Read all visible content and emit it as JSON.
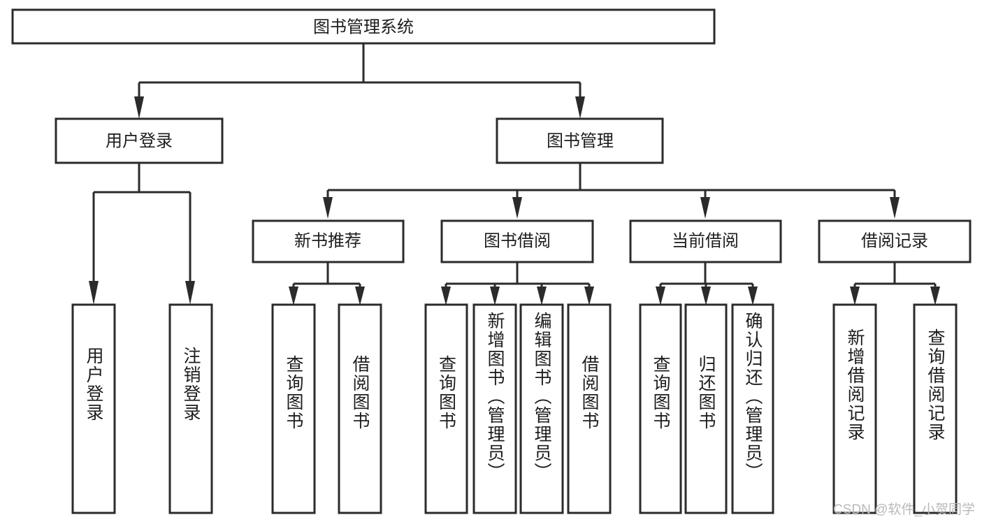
{
  "diagram": {
    "type": "tree",
    "title": "图书管理系统",
    "root": {
      "id": "root",
      "label": "图书管理系统",
      "orientation": "horizontal"
    },
    "level2": [
      {
        "id": "user-login",
        "label": "用户登录",
        "orientation": "horizontal"
      },
      {
        "id": "book-manage",
        "label": "图书管理",
        "orientation": "horizontal"
      }
    ],
    "level3": [
      {
        "id": "new-book-recommend",
        "label": "新书推荐",
        "orientation": "horizontal"
      },
      {
        "id": "book-borrow",
        "label": "图书借阅",
        "orientation": "horizontal"
      },
      {
        "id": "current-borrow",
        "label": "当前借阅",
        "orientation": "horizontal"
      },
      {
        "id": "borrow-record",
        "label": "借阅记录",
        "orientation": "horizontal"
      }
    ],
    "leaves": {
      "user_login": [
        {
          "id": "leaf-user-login",
          "label": "用户登录",
          "orientation": "vertical"
        },
        {
          "id": "leaf-logout",
          "label": "注销登录",
          "orientation": "vertical"
        }
      ],
      "new_book_recommend": [
        {
          "id": "leaf-query-book-1",
          "label": "查询图书",
          "orientation": "vertical"
        },
        {
          "id": "leaf-borrow-book-1",
          "label": "借阅图书",
          "orientation": "vertical"
        }
      ],
      "book_borrow": [
        {
          "id": "leaf-query-book-2",
          "label": "查询图书",
          "orientation": "vertical"
        },
        {
          "id": "leaf-add-book",
          "label": "新增图书（管理员）",
          "orientation": "vertical"
        },
        {
          "id": "leaf-edit-book",
          "label": "编辑图书（管理员）",
          "orientation": "vertical"
        },
        {
          "id": "leaf-borrow-book-2",
          "label": "借阅图书",
          "orientation": "vertical"
        }
      ],
      "current_borrow": [
        {
          "id": "leaf-query-book-3",
          "label": "查询图书",
          "orientation": "vertical"
        },
        {
          "id": "leaf-return-book",
          "label": "归还图书",
          "orientation": "vertical"
        },
        {
          "id": "leaf-confirm-return",
          "label": "确认归还（管理员）",
          "orientation": "vertical"
        }
      ],
      "borrow_record": [
        {
          "id": "leaf-add-record",
          "label": "新增借阅记录",
          "orientation": "vertical"
        },
        {
          "id": "leaf-query-record",
          "label": "查询借阅记录",
          "orientation": "vertical"
        }
      ]
    }
  },
  "watermark": {
    "text": "CSDN @软件_小贺同学"
  },
  "colors": {
    "background": "#ffffff",
    "box_fill": "#ffffff",
    "box_stroke": "#2b2b2b",
    "connector": "#2b2b2b",
    "text": "#1d1d1d",
    "watermark": "#b9b9b9"
  }
}
